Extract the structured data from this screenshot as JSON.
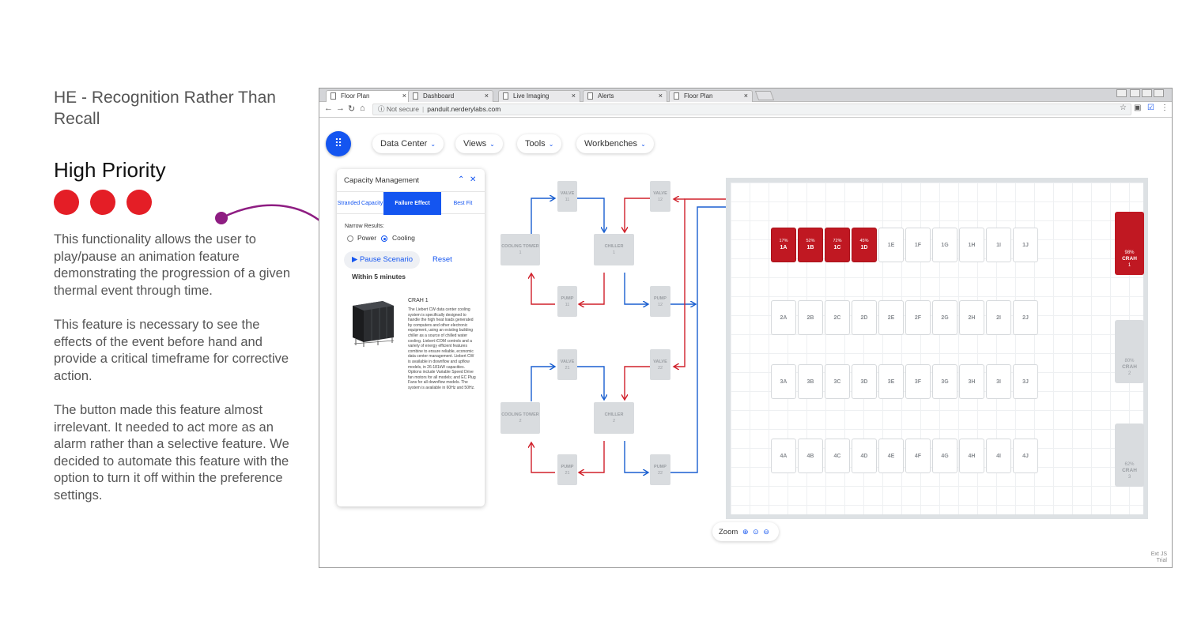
{
  "annotation": {
    "title": "HE - Recognition Rather Than Recall",
    "priority": "High Priority",
    "paragraphs": [
      "This functionality allows the user to play/pause an animation feature demonstrating the progression of a given thermal event through time.",
      "This feature is necessary to see the effects of the event before hand and provide a critical timeframe for corrective action.",
      "The button made this feature almost irrelevant. It needed to act more as an alarm rather than a selective feature. We decided to automate this feature with the option to turn it off within the preference settings."
    ],
    "accent_color": "#e41e26",
    "connector_color": "#8e1d82"
  },
  "browser": {
    "tabs": [
      {
        "label": "Floor Plan",
        "close": "×"
      },
      {
        "label": "Dashboard",
        "close": "×"
      },
      {
        "label": "Live Imaging",
        "close": "×"
      },
      {
        "label": "Alerts",
        "close": "×"
      },
      {
        "label": "Floor Plan",
        "close": "×"
      }
    ],
    "nav": {
      "back": "←",
      "forward": "→",
      "reload": "↻",
      "home": "⌂"
    },
    "security": "Not secure",
    "url": "panduit.nerderylabs.com"
  },
  "nav": {
    "apps_icon": "⠿",
    "menus": [
      "Data Center",
      "Views",
      "Tools",
      "Workbenches"
    ],
    "chevron": "⌄"
  },
  "panel": {
    "title": "Capacity Management",
    "collapse": "⌃",
    "close": "✕",
    "tabs": [
      "Stranded Capacity",
      "Failure Effect",
      "Best Fit"
    ],
    "narrow_label": "Narrow Results:",
    "options": [
      "Power",
      "Cooling"
    ],
    "selected_option": "Cooling",
    "pause_label": "▶ Pause Scenario",
    "reset_label": "Reset",
    "within": "Within 5 minutes",
    "unit_title": "CRAH 1",
    "unit_description": "The Liebert CW data center cooling system is specifically designed to handle the high heat loads generated by computers and other electronic equipment, using an existing building chiller as a source of chilled water cooling. Liebert iCOM controls and a variety of energy efficient features combine to ensure reliable, economic data center management. Liebert CW is available in downflow and upflow models, in 26-181kW capacities. Options include Variable Speed Drive fan motors for all models; and EC Plug Fans for all downflow models. The system is available in 60Hz and 50Hz."
  },
  "plant": {
    "loops": [
      {
        "cooling_tower": {
          "name": "COOLING TOWER",
          "num": "1"
        },
        "chiller": {
          "name": "CHILLER",
          "num": "1"
        },
        "valves": [
          {
            "name": "VALVE",
            "num": "11"
          },
          {
            "name": "VALVE",
            "num": "12"
          }
        ],
        "pumps": [
          {
            "name": "PUMP",
            "num": "11"
          },
          {
            "name": "PUMP",
            "num": "12"
          }
        ]
      },
      {
        "cooling_tower": {
          "name": "COOLING TOWER",
          "num": "2"
        },
        "chiller": {
          "name": "CHILLER",
          "num": "2"
        },
        "valves": [
          {
            "name": "VALVE",
            "num": "21"
          },
          {
            "name": "VALVE",
            "num": "22"
          }
        ],
        "pumps": [
          {
            "name": "PUMP",
            "num": "21"
          },
          {
            "name": "PUMP",
            "num": "22"
          }
        ]
      }
    ],
    "supply_color": "#d0202a",
    "return_color": "#1a5fd0"
  },
  "floor": {
    "rows": [
      [
        {
          "id": "1A",
          "pct": "17%",
          "hot": true
        },
        {
          "id": "1B",
          "pct": "52%",
          "hot": true
        },
        {
          "id": "1C",
          "pct": "72%",
          "hot": true
        },
        {
          "id": "1D",
          "pct": "45%",
          "hot": true
        },
        {
          "id": "1E"
        },
        {
          "id": "1F"
        },
        {
          "id": "1G"
        },
        {
          "id": "1H"
        },
        {
          "id": "1I"
        },
        {
          "id": "1J"
        }
      ],
      [
        {
          "id": "2A"
        },
        {
          "id": "2B"
        },
        {
          "id": "2C"
        },
        {
          "id": "2D"
        },
        {
          "id": "2E"
        },
        {
          "id": "2F"
        },
        {
          "id": "2G"
        },
        {
          "id": "2H"
        },
        {
          "id": "2I"
        },
        {
          "id": "2J"
        }
      ],
      [
        {
          "id": "3A"
        },
        {
          "id": "3B"
        },
        {
          "id": "3C"
        },
        {
          "id": "3D"
        },
        {
          "id": "3E"
        },
        {
          "id": "3F"
        },
        {
          "id": "3G"
        },
        {
          "id": "3H"
        },
        {
          "id": "3I"
        },
        {
          "id": "3J"
        }
      ],
      [
        {
          "id": "4A"
        },
        {
          "id": "4B"
        },
        {
          "id": "4C"
        },
        {
          "id": "4D"
        },
        {
          "id": "4E"
        },
        {
          "id": "4F"
        },
        {
          "id": "4G"
        },
        {
          "id": "4H"
        },
        {
          "id": "4I"
        },
        {
          "id": "4J"
        }
      ]
    ],
    "crahs": [
      {
        "pct": "98%",
        "name": "CRAH",
        "num": "1",
        "hot": true
      },
      {
        "pct": "80%",
        "name": "CRAH",
        "num": "2",
        "hot": false
      },
      {
        "pct": "62%",
        "name": "CRAH",
        "num": "3",
        "hot": false
      }
    ],
    "hot_color": "#c01822"
  },
  "zoom": {
    "label": "Zoom",
    "in": "⊕",
    "reset": "⊙",
    "out": "⊖"
  },
  "watermark": {
    "line1": "Ext JS",
    "line2": "Trial"
  }
}
